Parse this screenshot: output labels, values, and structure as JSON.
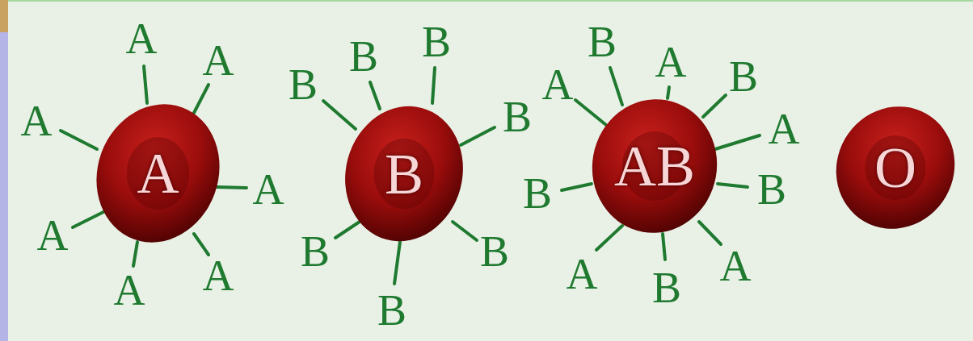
{
  "diagram": {
    "nodes": [
      {
        "text": [
          "A"
        ]
      },
      {
        "text": [
          "B"
        ]
      },
      {
        "text": [
          "AB"
        ]
      },
      {
        "text": [
          "O"
        ]
      }
    ],
    "labels": [
      "A",
      "A",
      "A",
      "A",
      "A",
      "A",
      "A",
      "B",
      "B",
      "B",
      "B",
      "B",
      "B",
      "B",
      "A",
      "B",
      "A",
      "B",
      "A",
      "B",
      "B",
      "A",
      "B",
      "A"
    ]
  }
}
